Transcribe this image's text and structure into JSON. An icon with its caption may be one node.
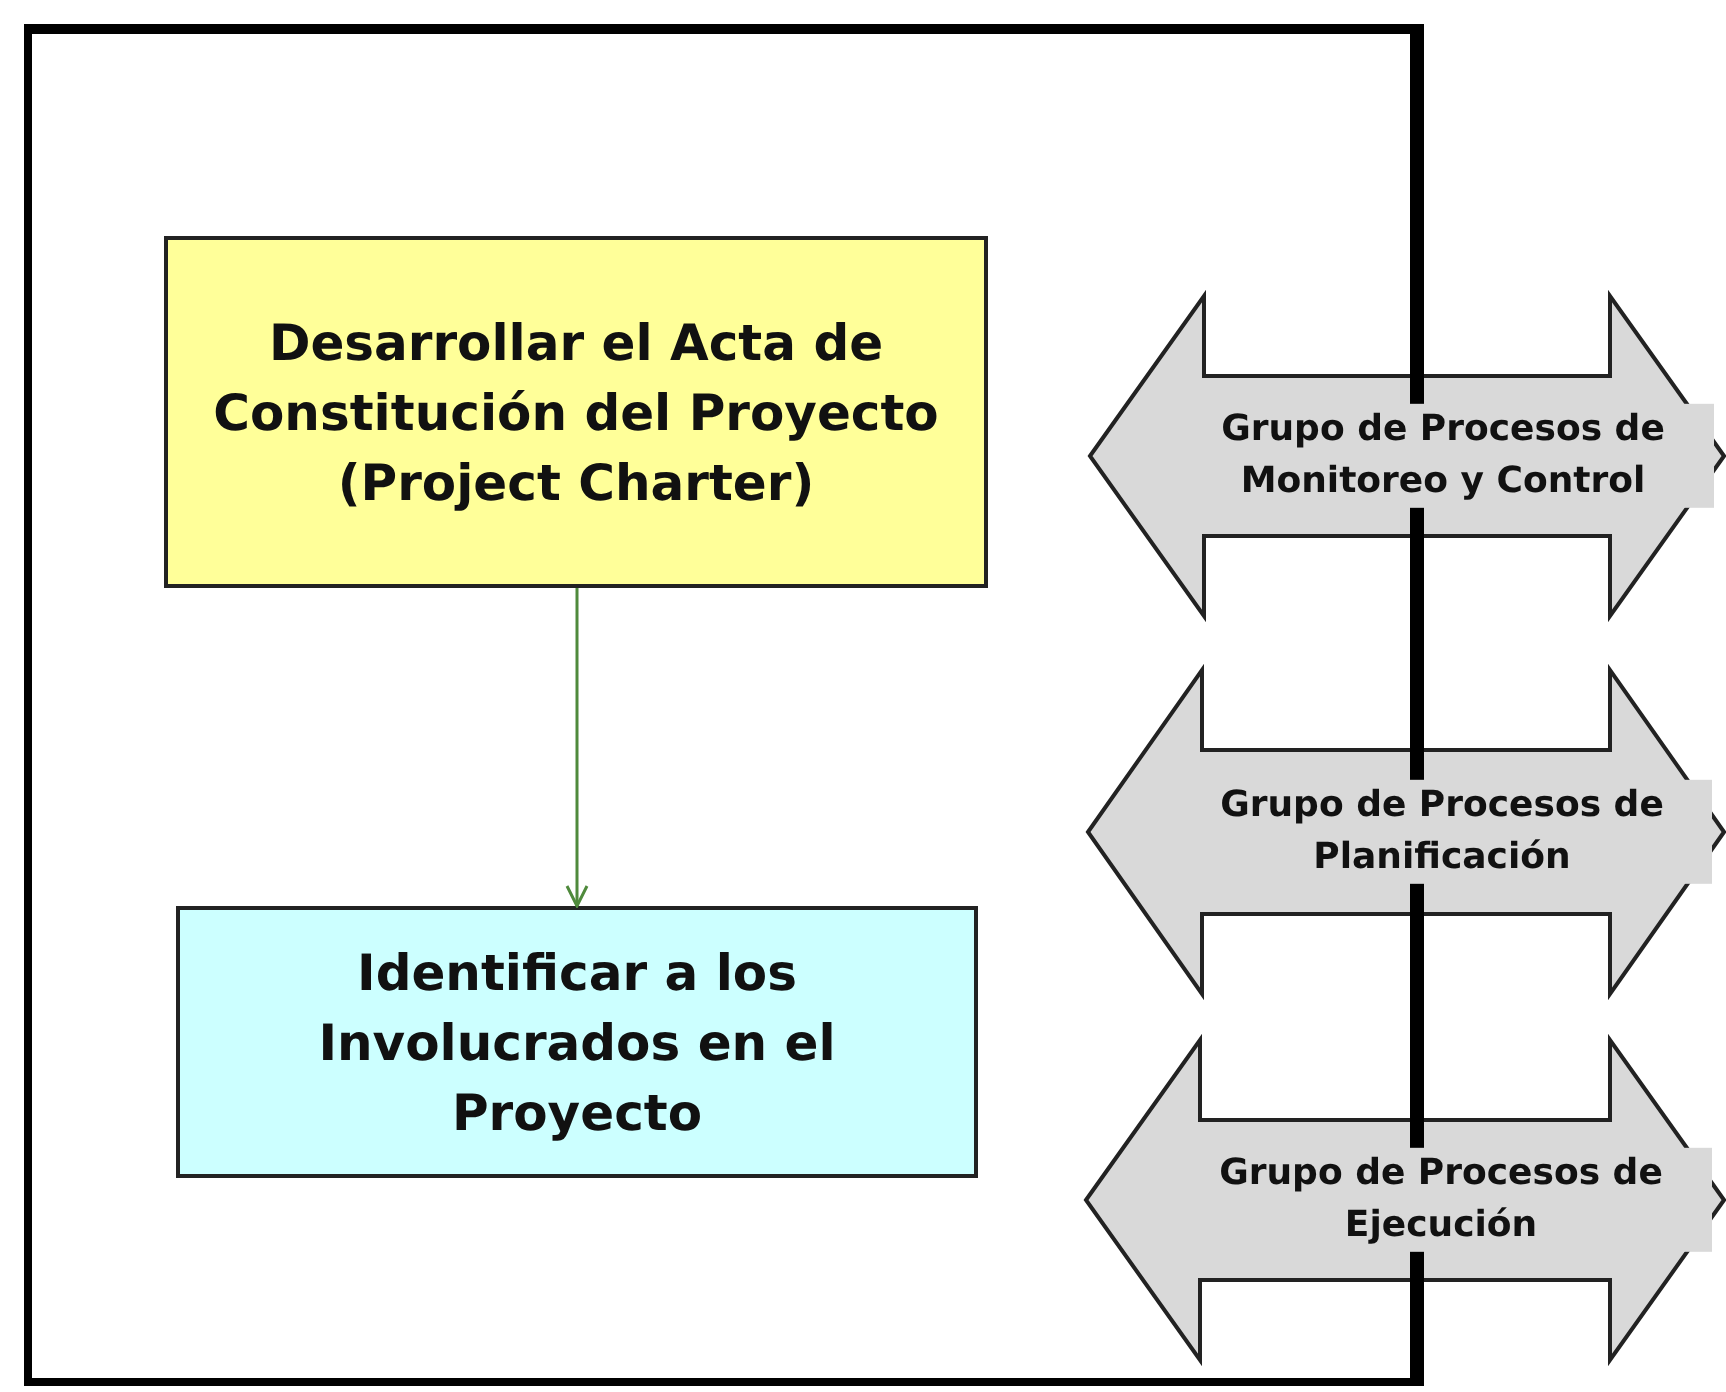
{
  "diagram": {
    "nodes": [
      {
        "text": [],
        "shape": "box"
      },
      {
        "text": [
          "Desarrollar el Acta de Constitución del Proyecto (Project Charter)"
        ],
        "in": 0
      },
      {
        "text": [
          "Identificar a los Involucrados  en el Proyecto"
        ],
        "in": 0
      },
      {
        "text": [
          "Grupo de Procesos de Monitoreo y Control"
        ]
      },
      {
        "text": [
          "Grupo de Procesos de Planificación"
        ]
      },
      {
        "text": [
          "Grupo de Procesos de Ejecución"
        ]
      }
    ],
    "edges": [
      {
        "from": 1,
        "to": 2,
        "arrow": "to",
        "color": "#4f8a3c"
      }
    ]
  }
}
